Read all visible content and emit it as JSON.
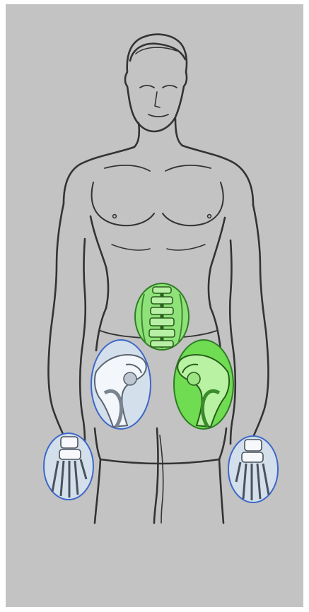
{
  "regions": [
    {
      "name": "lumbar-spine-region",
      "status": "selected",
      "fill": "#8fe27a",
      "stroke": "#2f7d24",
      "art": "spine"
    },
    {
      "name": "right-hip-region",
      "status": "unselected",
      "fill": "#d4dfec",
      "stroke": "#3d68c8",
      "art": "hip-left"
    },
    {
      "name": "left-hip-region",
      "status": "selected",
      "fill": "#6fdc52",
      "stroke": "#2f7d24",
      "art": "hip-right"
    },
    {
      "name": "right-hand-region",
      "status": "unselected",
      "fill": "#d4dfec",
      "stroke": "#3d68c8",
      "art": "hand"
    },
    {
      "name": "left-hand-region",
      "status": "unselected",
      "fill": "#d4dfec",
      "stroke": "#3d68c8",
      "art": "hand"
    }
  ],
  "colors": {
    "background": "#c3c3c3",
    "outline": "#333333",
    "selected": "#6fdc52",
    "unselected": "#d4dfec",
    "unselected_border": "#3d68c8"
  },
  "icons": {
    "figure": "human-body-outline",
    "spine": "spine-icon",
    "hip": "hip-joint-icon",
    "hand": "hand-bones-icon"
  }
}
